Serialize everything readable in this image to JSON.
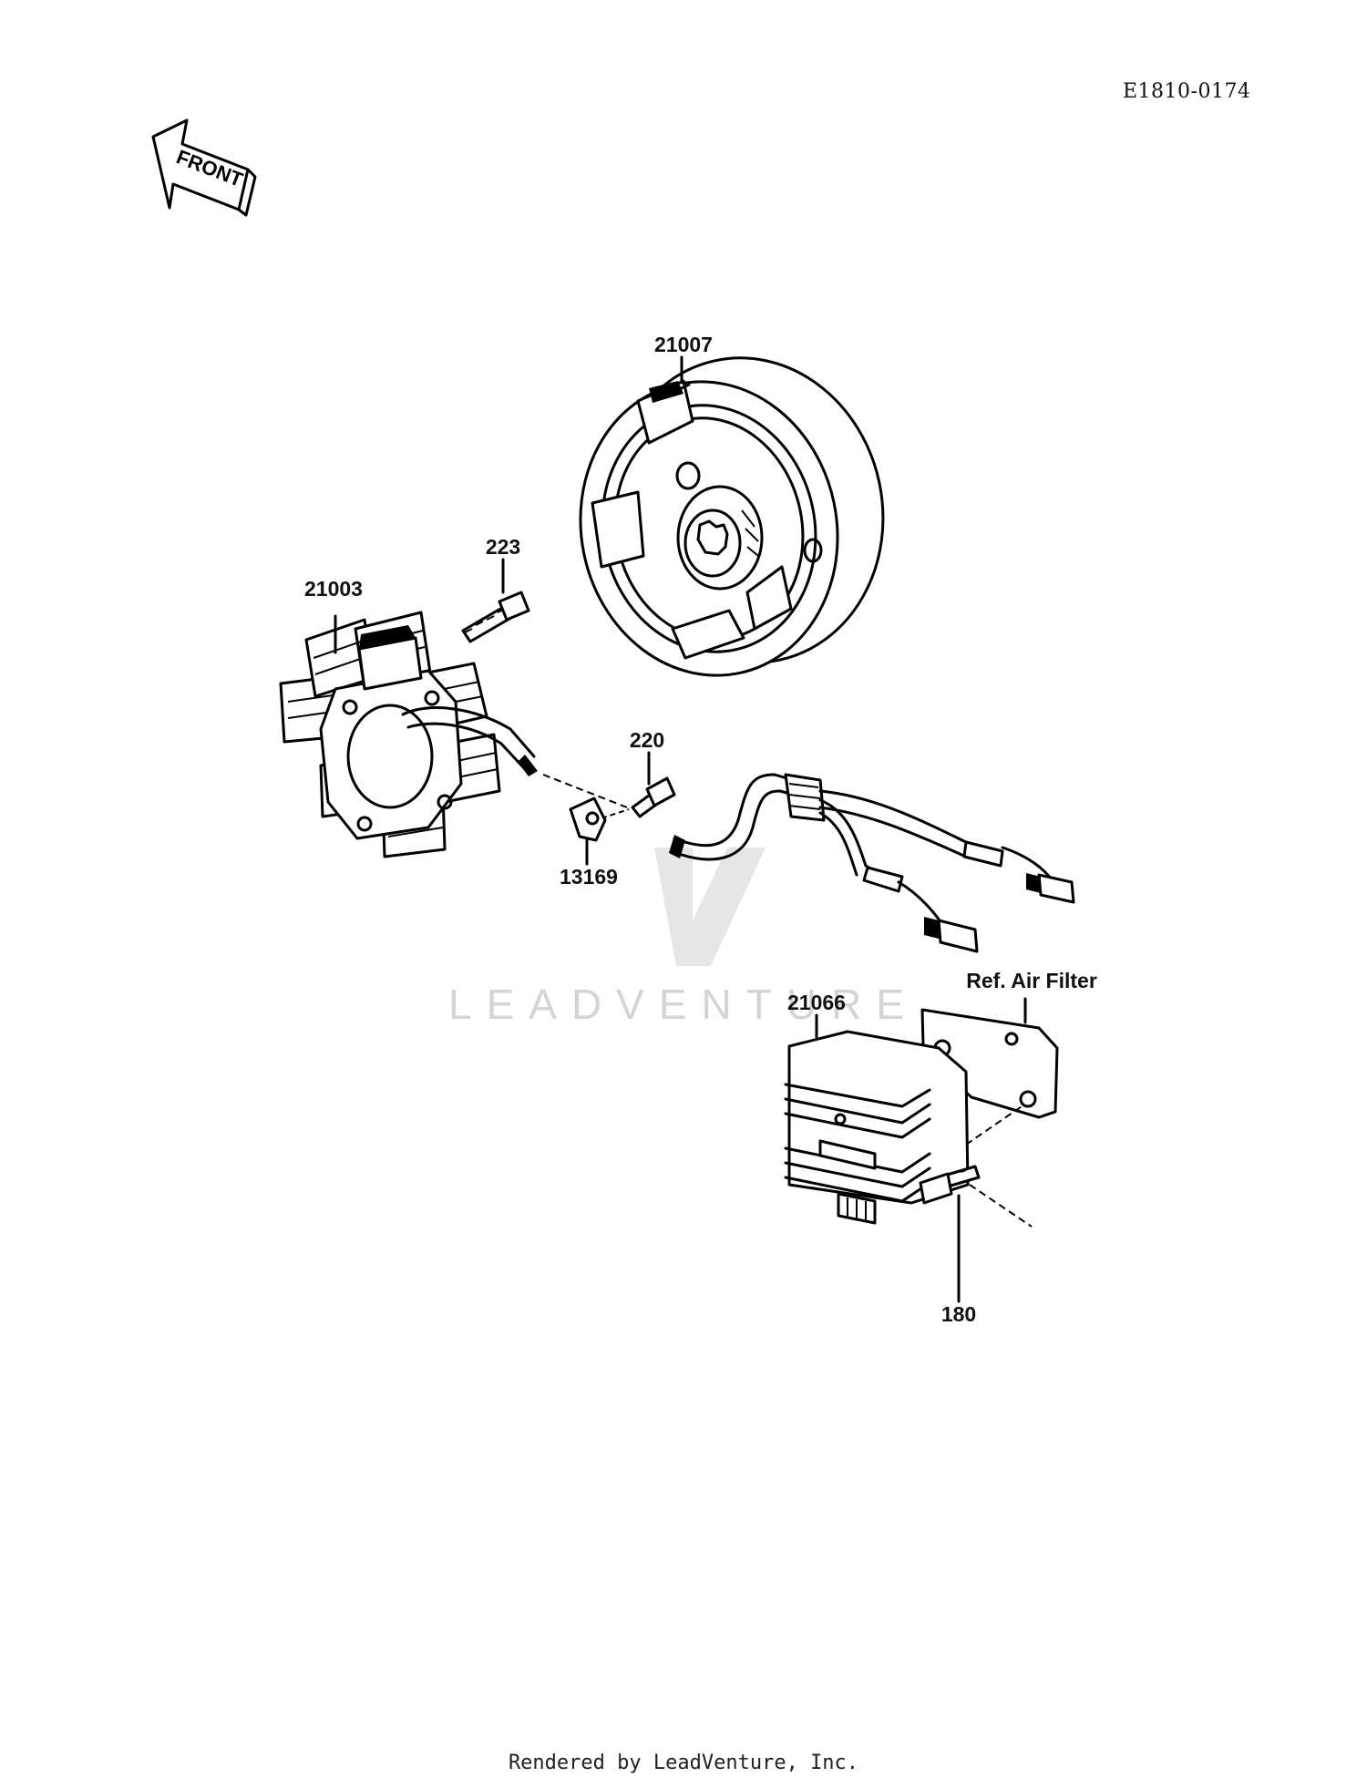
{
  "diagram_code": "E1810-0174",
  "front_arrow_text": "FRONT",
  "watermark": "LEADVENTURE",
  "footer": "Rendered by LeadVenture, Inc.",
  "parts": {
    "flywheel": "21007",
    "stator": "21003",
    "stator_bolt": "223",
    "clamp_screw": "220",
    "wire_clamp": "13169",
    "regulator": "21066",
    "regulator_bolt": "180"
  },
  "reference": "Ref. Air Filter"
}
